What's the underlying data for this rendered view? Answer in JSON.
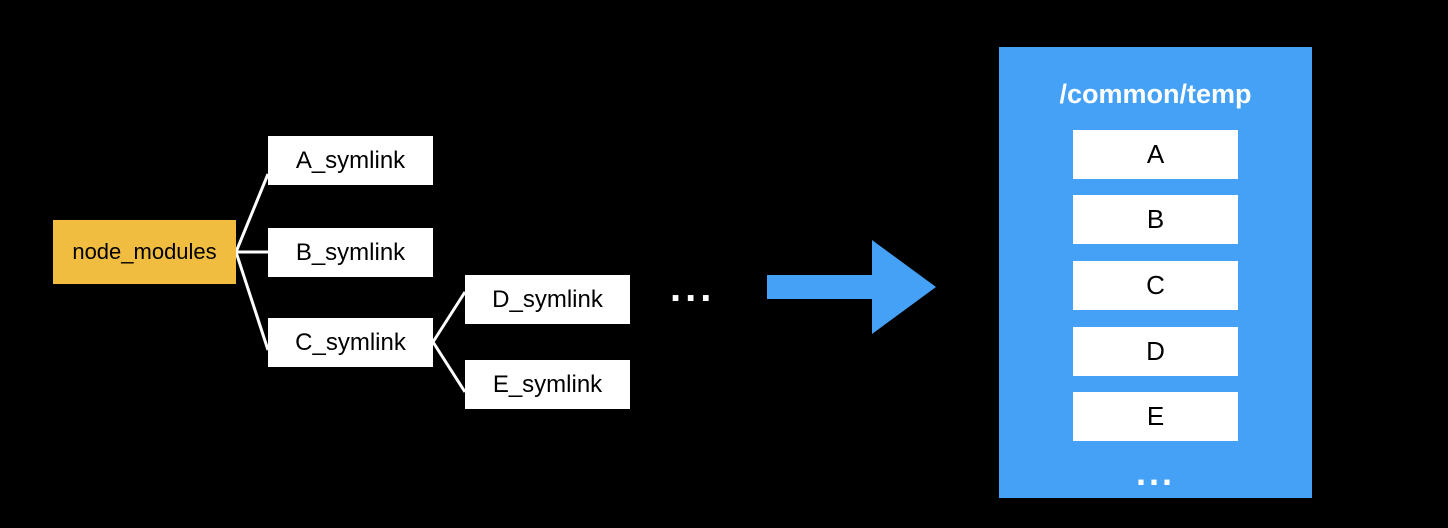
{
  "colors": {
    "background": "#000000",
    "root_box": "#f0bd40",
    "node_box": "#ffffff",
    "connector": "#ffffff",
    "arrow": "#45a1f5",
    "panel": "#45a1f5"
  },
  "tree": {
    "root": "node_modules",
    "level1": [
      "A_symlink",
      "B_symlink",
      "C_symlink"
    ],
    "level2": [
      "D_symlink",
      "E_symlink"
    ],
    "ellipsis": "..."
  },
  "panel": {
    "title": "/common/temp",
    "items": [
      "A",
      "B",
      "C",
      "D",
      "E"
    ],
    "ellipsis": "..."
  }
}
